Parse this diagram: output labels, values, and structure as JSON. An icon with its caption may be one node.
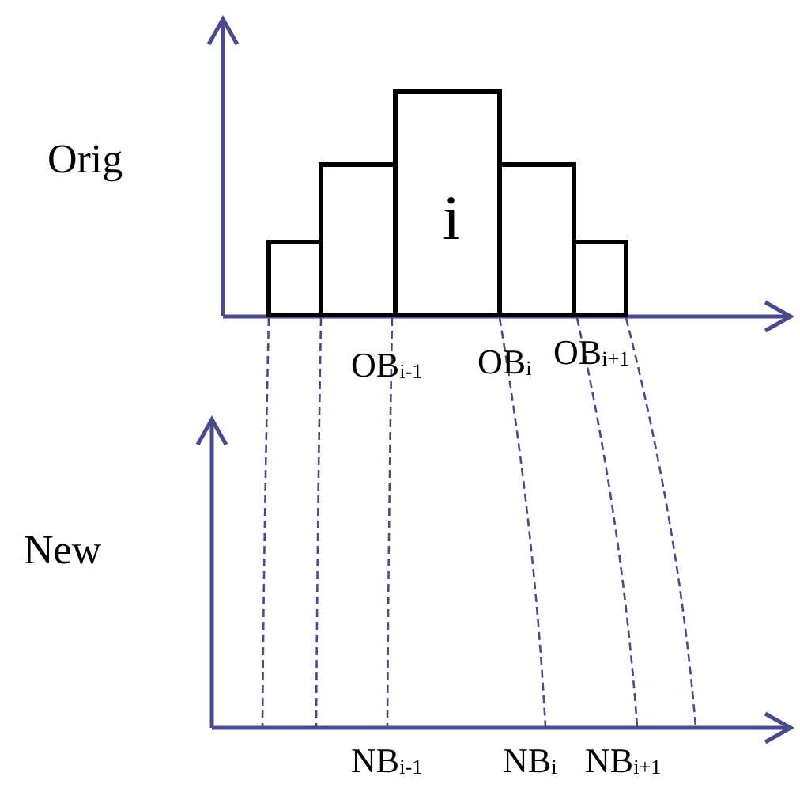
{
  "diagram": {
    "labels": [
      "Orig",
      "i",
      "OB$_{i-1}$",
      "OB$_{i}$",
      "OB$_{i+1}$",
      "New",
      "NB$_{i-1}$",
      "NB$_{i}$",
      "NB$_{i+1}$"
    ]
  }
}
